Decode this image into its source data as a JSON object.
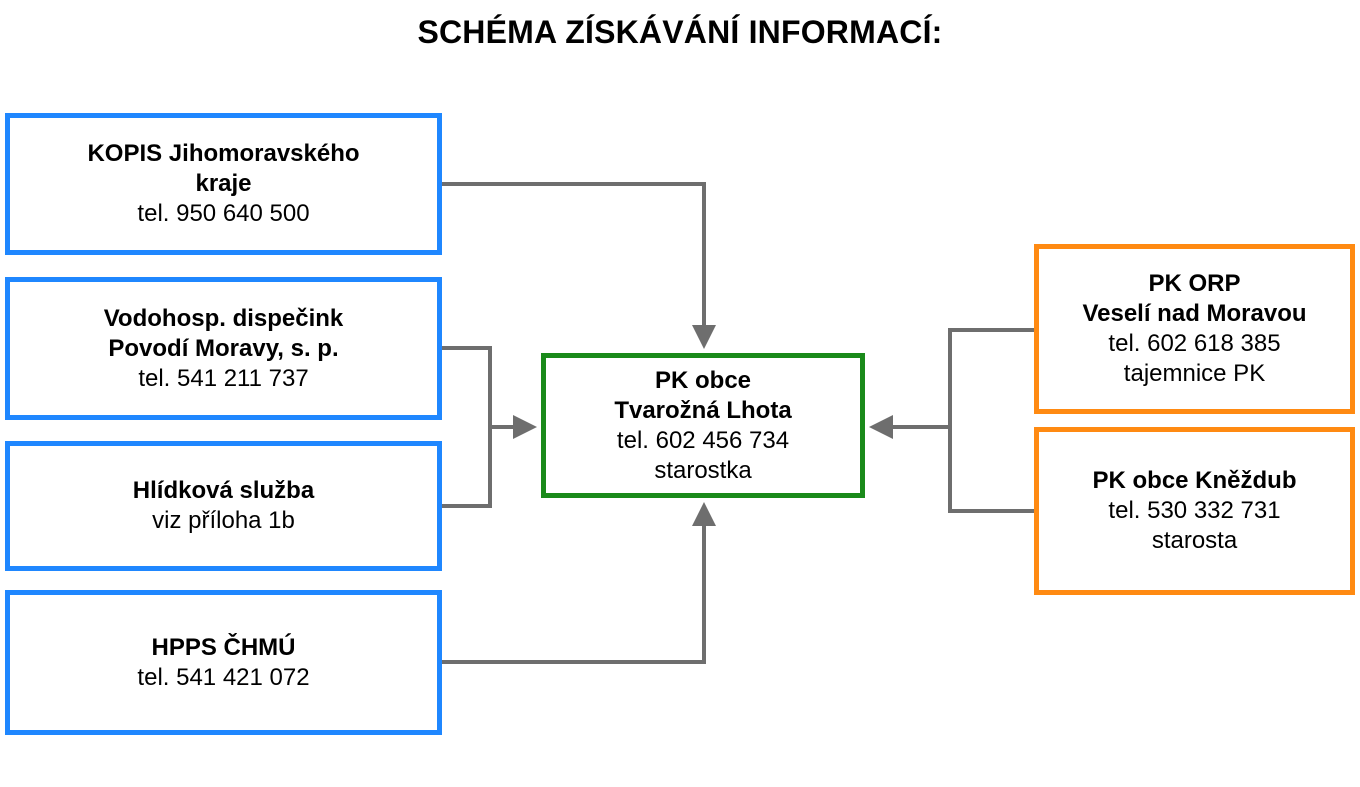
{
  "title": "SCHÉMA ZÍSKÁVÁNÍ INFORMACÍ:",
  "colors": {
    "left_border": "#1f87ff",
    "center_border": "#1a8a1a",
    "right_border": "#ff8a12",
    "connector": "#6e6e6e"
  },
  "left_boxes": [
    {
      "lines": [
        "KOPIS Jihomoravského",
        "kraje"
      ],
      "detail": [
        "tel. 950 640 500"
      ]
    },
    {
      "lines": [
        "Vodohosp. dispečink",
        "Povodí Moravy, s. p."
      ],
      "detail": [
        "tel. 541 211 737"
      ]
    },
    {
      "lines": [
        "Hlídková služba"
      ],
      "detail": [
        "viz příloha 1b"
      ]
    },
    {
      "lines": [
        "HPPS ČHMÚ"
      ],
      "detail": [
        "tel. 541 421 072"
      ]
    }
  ],
  "center_box": {
    "lines": [
      "PK obce",
      "Tvarožná Lhota"
    ],
    "detail": [
      "tel. 602 456 734",
      "starostka"
    ]
  },
  "right_boxes": [
    {
      "lines": [
        "PK ORP",
        "Veselí nad Moravou"
      ],
      "detail": [
        "tel. 602 618 385",
        "tajemnice PK"
      ]
    },
    {
      "lines": [
        "PK obce Kněždub"
      ],
      "detail": [
        "tel. 530 332 731",
        "starosta"
      ]
    }
  ]
}
